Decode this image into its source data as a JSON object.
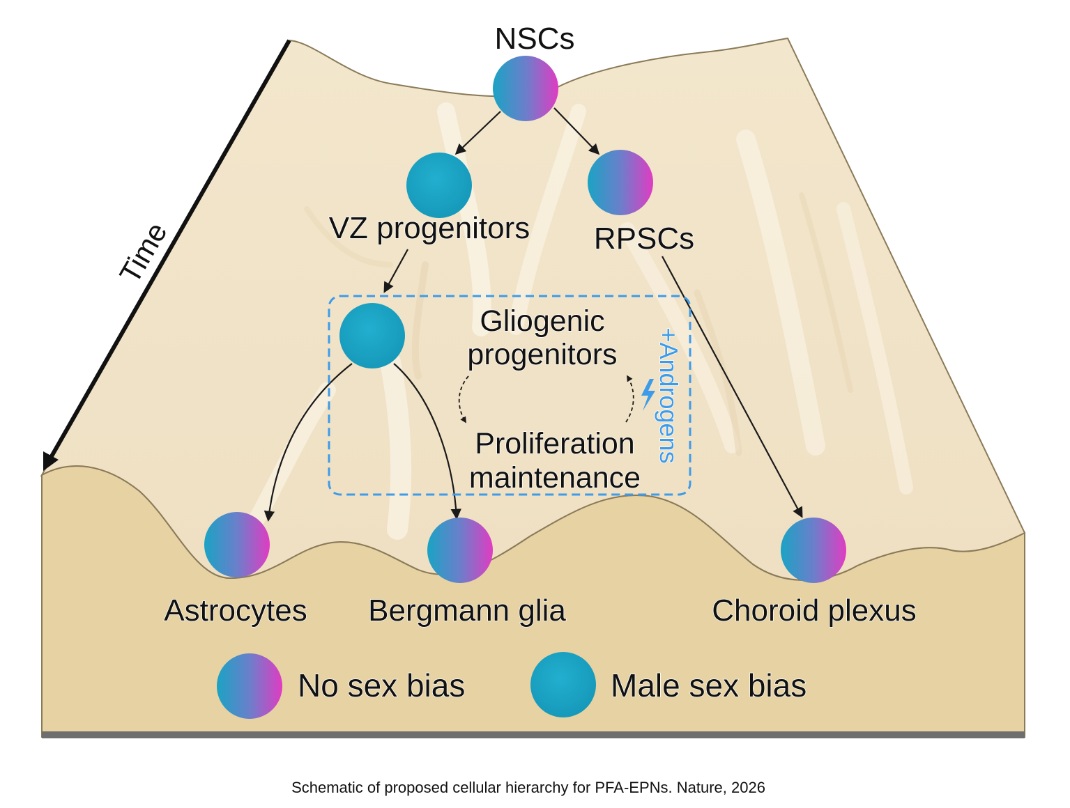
{
  "diagram": {
    "time_label": "Time",
    "nodes": {
      "nscs": "NSCs",
      "vz_progenitors": "VZ progenitors",
      "rpscs": "RPSCs",
      "gliogenic_line1": "Gliogenic",
      "gliogenic_line2": "progenitors",
      "proliferation_line1": "Proliferation",
      "proliferation_line2": "maintenance",
      "astrocytes": "Astrocytes",
      "bergmann_glia": "Bergmann glia",
      "choroid_plexus": "Choroid plexus"
    },
    "androgens_label": "+Androgens",
    "legend": {
      "no_sex_bias": "No sex bias",
      "male_sex_bias": "Male sex bias"
    }
  },
  "caption": "Schematic of proposed cellular hierarchy for PFA-EPNs. Nature, 2026",
  "colors": {
    "male_cell": "#1aa3c4",
    "gradient_start": "#1aa3c4",
    "gradient_end": "#e03cc2",
    "androgen_blue": "#3d9be9",
    "landscape_light": "#f3e7cf",
    "landscape_base": "#e6d2a3",
    "arrow": "#1a1a1a"
  }
}
